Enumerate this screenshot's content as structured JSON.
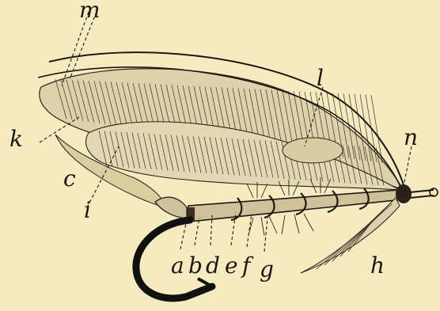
{
  "labels": {
    "m": "m",
    "l": "l",
    "n": "n",
    "k": "k",
    "c": "c",
    "i": "i",
    "a": "a",
    "b": "b",
    "d": "d",
    "e": "e",
    "f": "f",
    "g": "g",
    "h": "h"
  },
  "colors": {
    "paper": "#f6ebc0",
    "ink": "#1c1710"
  }
}
